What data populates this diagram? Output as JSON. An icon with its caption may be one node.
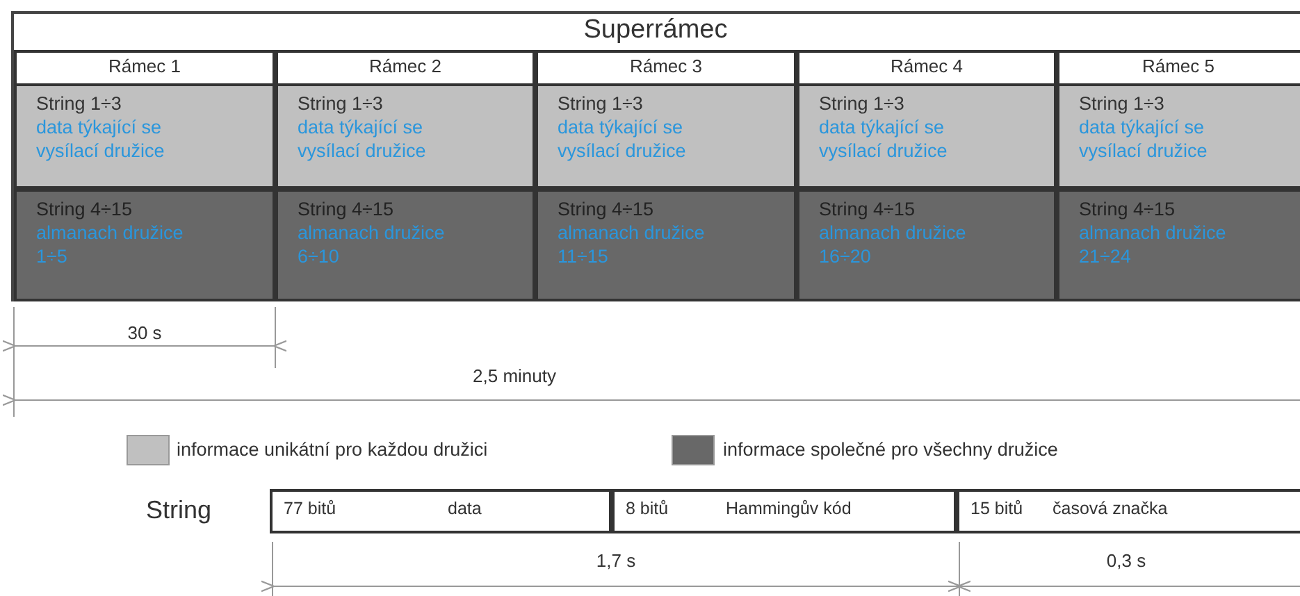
{
  "diagram": {
    "nodes": [
      {
        "text": [
          "Superrámec"
        ]
      },
      {
        "text": [
          "Rámec 1"
        ],
        "in": 0
      },
      {
        "text": [
          "String 1÷3",
          "data týkající se vysílací družice"
        ],
        "in": 1
      },
      {
        "text": [
          "String 4÷15",
          "almanach družice 1÷5"
        ],
        "in": 1
      },
      {
        "text": [
          "Rámec 2"
        ],
        "in": 0
      },
      {
        "text": [
          "String 1÷3",
          "data týkající se vysílací družice"
        ],
        "in": 4
      },
      {
        "text": [
          "String 4÷15",
          "almanach družice 6÷10"
        ],
        "in": 4
      },
      {
        "text": [
          "Rámec 3"
        ],
        "in": 0
      },
      {
        "text": [
          "String 1÷3",
          "data týkající se vysílací družice"
        ],
        "in": 7
      },
      {
        "text": [
          "String 4÷15",
          "almanach družice 11÷15"
        ],
        "in": 7
      },
      {
        "text": [
          "Rámec 4"
        ],
        "in": 0
      },
      {
        "text": [
          "String 1÷3",
          "data týkající se vysílací družice"
        ],
        "in": 10
      },
      {
        "text": [
          "String 4÷15",
          "almanach družice 16÷20"
        ],
        "in": 10
      },
      {
        "text": [
          "Rámec 5"
        ],
        "in": 0
      },
      {
        "text": [
          "String 1÷3",
          "data týkající se vysílací družice"
        ],
        "in": 13
      },
      {
        "text": [
          "String 4÷15",
          "almanach družice 21÷24"
        ],
        "in": 13
      },
      {
        "text": [
          "String"
        ]
      },
      {
        "text": [
          "77 bitů",
          "data"
        ],
        "in": 16
      },
      {
        "text": [
          "8 bitů",
          "Hammingův kód"
        ],
        "in": 16
      },
      {
        "text": [
          "15 bitů",
          "časová značka"
        ],
        "in": 16
      }
    ],
    "labels": [
      "30 s",
      "2,5 minuty",
      "1,7 s",
      "0,3 s"
    ],
    "legend": [
      {
        "text": "informace unikátní pro každou družici",
        "color": "#c0c0c0"
      },
      {
        "text": "informace společné pro všechny družice",
        "color": "#686868"
      }
    ]
  }
}
